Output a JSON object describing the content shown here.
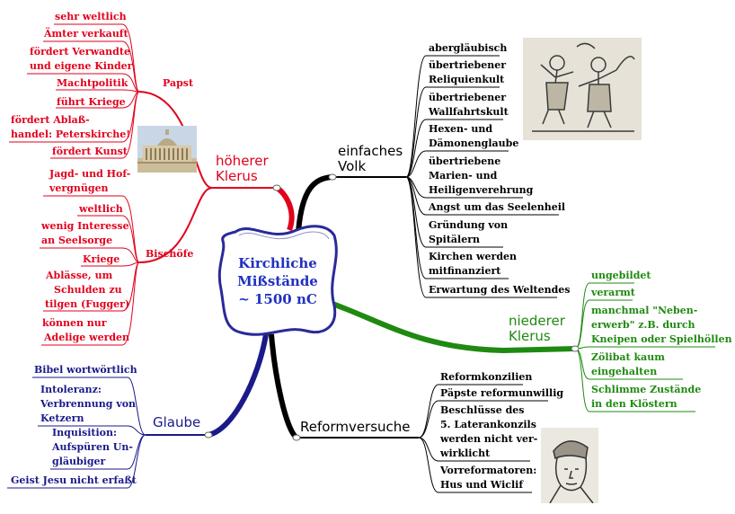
{
  "central": {
    "line1": "Kirchliche",
    "line2": "Mißstände",
    "line3": "~ 1500 nC"
  },
  "branches": {
    "hoeherer_klerus": {
      "line1": "höherer",
      "line2": "Klerus",
      "color": "#e1001c"
    },
    "einfaches_volk": {
      "line1": "einfaches",
      "line2": "Volk",
      "color": "#000000"
    },
    "niederer_klerus": {
      "line1": "niederer",
      "line2": "Klerus",
      "color": "#1f8a10"
    },
    "reformversuche": {
      "label": "Reformversuche",
      "color": "#000000"
    },
    "glaube": {
      "label": "Glaube",
      "color": "#1a1a8a"
    }
  },
  "papst": {
    "label": "Papst",
    "items": [
      "sehr weltlich",
      "Ämter verkauft",
      "fördert Verwandte",
      "und eigene Kinder",
      "Machtpolitik",
      "führt Kriege",
      "fördert Ablaß-",
      "handel: Peterskirche!",
      "fördert Kunst"
    ]
  },
  "bischoefe": {
    "label": "Bischöfe",
    "items": [
      "Jagd- und Hof-",
      "vergnügen",
      "weltlich",
      "wenig Interesse",
      "an Seelsorge",
      "Kriege",
      "Ablässe, um",
      "Schulden zu",
      "tilgen (Fugger)",
      "können nur",
      "Adelige werden"
    ]
  },
  "volk_items": [
    "abergläubisch",
    "übertriebener",
    "Reliquienkult",
    "übertriebener",
    "Wallfahrtskult",
    "Hexen- und",
    "Dämonenglaube",
    "übertriebene",
    "Marien- und",
    "Heiligenverehrung",
    "Angst um das Seelenheil",
    "Gründung von",
    "Spitälern",
    "Kirchen werden",
    "mitfinanziert",
    "Erwartung des Weltendes"
  ],
  "niederer_items": [
    "ungebildet",
    "verarmt",
    "manchmal \"Neben-",
    "erwerb\" z.B. durch",
    "Kneipen oder Spielhöllen",
    "Zölibat kaum",
    "eingehalten",
    "Schlimme Zustände",
    "in den Klöstern"
  ],
  "reform_items": [
    "Reformkonzilien",
    "Päpste reformunwillig",
    "Beschlüsse des",
    "5. Laterankonzils",
    "werden nicht ver-",
    "wirklicht",
    "Vorreformatoren:",
    "Hus und Wiclif"
  ],
  "glaube_items": [
    "Bibel wortwörtlich",
    "Intoleranz:",
    "Verbrennung von",
    "Ketzern",
    "Inquisition:",
    "Aufspüren Un-",
    "gläubiger",
    "Geist Jesu nicht erfaßt"
  ]
}
